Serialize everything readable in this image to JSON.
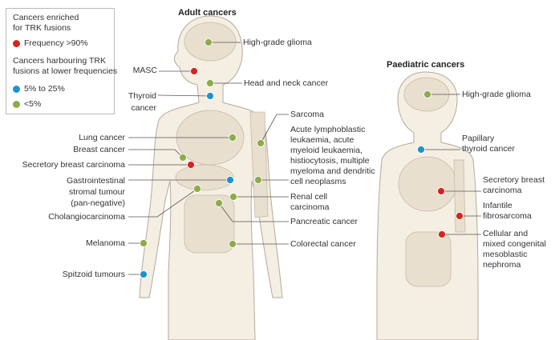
{
  "colors": {
    "red": "#d3261f",
    "blue": "#1c93cf",
    "green": "#8dab4a"
  },
  "legend": {
    "enriched_heading": "Cancers enriched\nfor TRK fusions",
    "red_label": "Frequency >90%",
    "lower_heading": "Cancers harbouring TRK\nfusions at lower frequencies",
    "blue_label": "5% to 25%",
    "green_label": "<5%"
  },
  "adult": {
    "title": "Adult cancers",
    "labels": {
      "glioma": "High-grade glioma",
      "masc": "MASC",
      "head_neck": "Head and neck cancer",
      "thyroid": "Thyroid\ncancer",
      "sarcoma": "Sarcoma",
      "haem": "Acute lymphoblastic\nleukaemia, acute\nmyeloid leukaemia,\nhistiocytosis, multiple\nmyeloma and dendritic\ncell neoplasms",
      "lung": "Lung cancer",
      "breast": "Breast cancer",
      "secretory": "Secretory breast carcinoma",
      "gist": "Gastrointestinal\nstromal tumour\n(pan-negative)",
      "renal": "Renal cell\ncarcinoma",
      "cholangio": "Cholangiocarcinoma",
      "pancreatic": "Pancreatic cancer",
      "melanoma": "Melanoma",
      "colorectal": "Colorectal cancer",
      "spitzoid": "Spitzoid tumours"
    }
  },
  "paediatric": {
    "title": "Paediatric cancers",
    "labels": {
      "glioma": "High-grade glioma",
      "thyroid": "Papillary\nthyroid cancer",
      "secretory": "Secretory breast\ncarcinoma",
      "fibrosarcoma": "Infantile\nfibrosarcoma",
      "nephroma": "Cellular and\nmixed congenital\nmesoblastic\nnephroma"
    }
  }
}
